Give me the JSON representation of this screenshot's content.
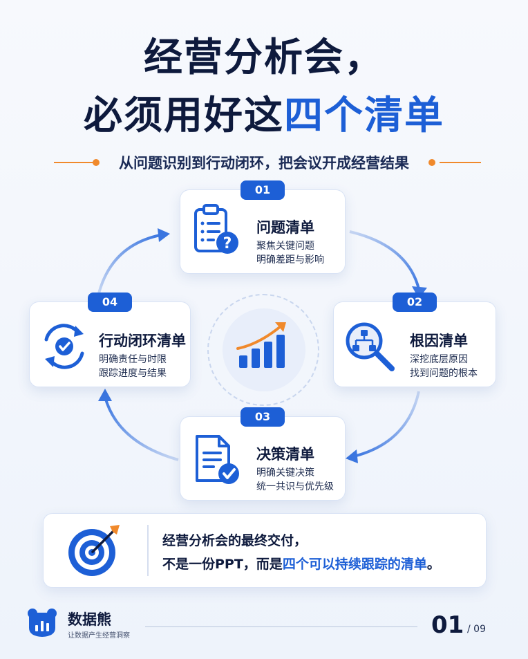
{
  "header": {
    "title_line1": "经营分析会，",
    "title_line2_prefix": "必须用好这",
    "title_line2_highlight": "四个清单",
    "subtitle": "从问题识别到行动闭环，把会议开成经营结果"
  },
  "cards": [
    {
      "badge": "01",
      "title": "问题清单",
      "line1": "聚焦关键问题",
      "line2": "明确差距与影响",
      "icon": "clipboard-question-icon"
    },
    {
      "badge": "02",
      "title": "根因清单",
      "line1": "深挖底层原因",
      "line2": "找到问题的根本",
      "icon": "magnifier-hierarchy-icon"
    },
    {
      "badge": "03",
      "title": "决策清单",
      "line1": "明确关键决策",
      "line2": "统一共识与优先级",
      "icon": "document-check-icon"
    },
    {
      "badge": "04",
      "title": "行动闭环清单",
      "line1": "明确责任与时限",
      "line2": "跟踪进度与结果",
      "icon": "cycle-check-icon"
    }
  ],
  "center": {
    "icon": "growth-chart-icon"
  },
  "conclusion": {
    "icon": "target-arrow-icon",
    "line1": "经营分析会的最终交付，",
    "line2_prefix": "不是一份PPT，而是",
    "line2_highlight": "四个可以持续跟踪的清单",
    "line2_suffix": "。"
  },
  "footer": {
    "brand_name": "数据熊",
    "brand_tagline": "让数据产生经营洞察",
    "page_current": "01",
    "page_total": "/ 09",
    "logo_icon": "bear-logo-icon"
  },
  "colors": {
    "accent_blue": "#1d5fd6",
    "dark_navy": "#0e1a3d",
    "accent_orange": "#f0892b"
  }
}
